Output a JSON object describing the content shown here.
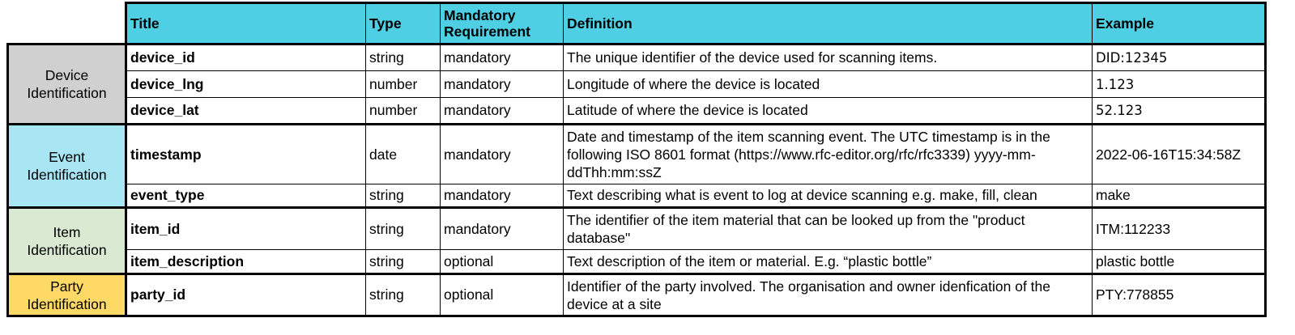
{
  "header": {
    "title": "Title",
    "type": "Type",
    "mandatory": "Mandatory Requirement",
    "definition": "Definition",
    "example": "Example"
  },
  "colors": {
    "header": "#4ecfe3",
    "device": "#d0d0d0",
    "event": "#a8e6f3",
    "item": "#d9e9d2",
    "party": "#ffd966"
  },
  "groups": [
    {
      "label": "Device Identification",
      "rows": [
        {
          "title": "device_id",
          "type": "string",
          "mandatory": "mandatory",
          "definition": "The unique identifier of the device used for scanning items.",
          "example": "DID:12345"
        },
        {
          "title": "device_lng",
          "type": "number",
          "mandatory": "mandatory",
          "definition": "Longitude of where the device is located",
          "example": "1.123"
        },
        {
          "title": "device_lat",
          "type": "number",
          "mandatory": "mandatory",
          "definition": "Latitude of where the device is located",
          "example": "52.123"
        }
      ]
    },
    {
      "label": "Event Identification",
      "rows": [
        {
          "title": "timestamp",
          "type": "date",
          "mandatory": "mandatory",
          "definition": "Date and timestamp of the item scanning event. The UTC timestamp is in the following ISO 8601 format (https://www.rfc-editor.org/rfc/rfc3339) yyyy-mm-ddThh:mm:ssZ",
          "example": "2022-06-16T15:34:58Z"
        },
        {
          "title": "event_type",
          "type": "string",
          "mandatory": "mandatory",
          "definition": "Text describing what is event to log at device scanning e.g. make, fill, clean",
          "example": "make"
        }
      ]
    },
    {
      "label": "Item Identification",
      "rows": [
        {
          "title": "item_id",
          "type": "string",
          "mandatory": "mandatory",
          "definition": "The identifier of the item material that can be looked up from the \"product database\"",
          "example": "ITM:112233"
        },
        {
          "title": "item_description",
          "type": "string",
          "mandatory": "optional",
          "definition": "Text description of the item or material. E.g. “plastic bottle”",
          "example": "plastic bottle"
        }
      ]
    },
    {
      "label": "Party Identification",
      "rows": [
        {
          "title": "party_id",
          "type": "string",
          "mandatory": "optional",
          "definition": "Identifier of the party involved. The organisation and owner idenfication of the device at a site",
          "example": "PTY:778855"
        }
      ]
    }
  ]
}
